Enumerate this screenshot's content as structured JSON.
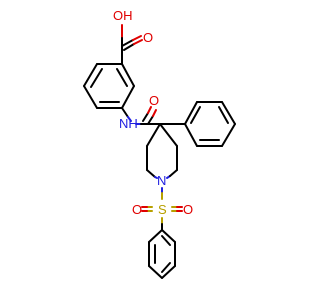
{
  "molecule": {
    "labels": {
      "hydroxyl": "OH",
      "carboxyl_oxygen": "O",
      "amide_nh": "NH",
      "amide_oxygen": "O",
      "piperidine_n": "N",
      "sulfur": "S",
      "sulfonyl_oxygen_left": "O",
      "sulfonyl_oxygen_right": "O"
    }
  }
}
